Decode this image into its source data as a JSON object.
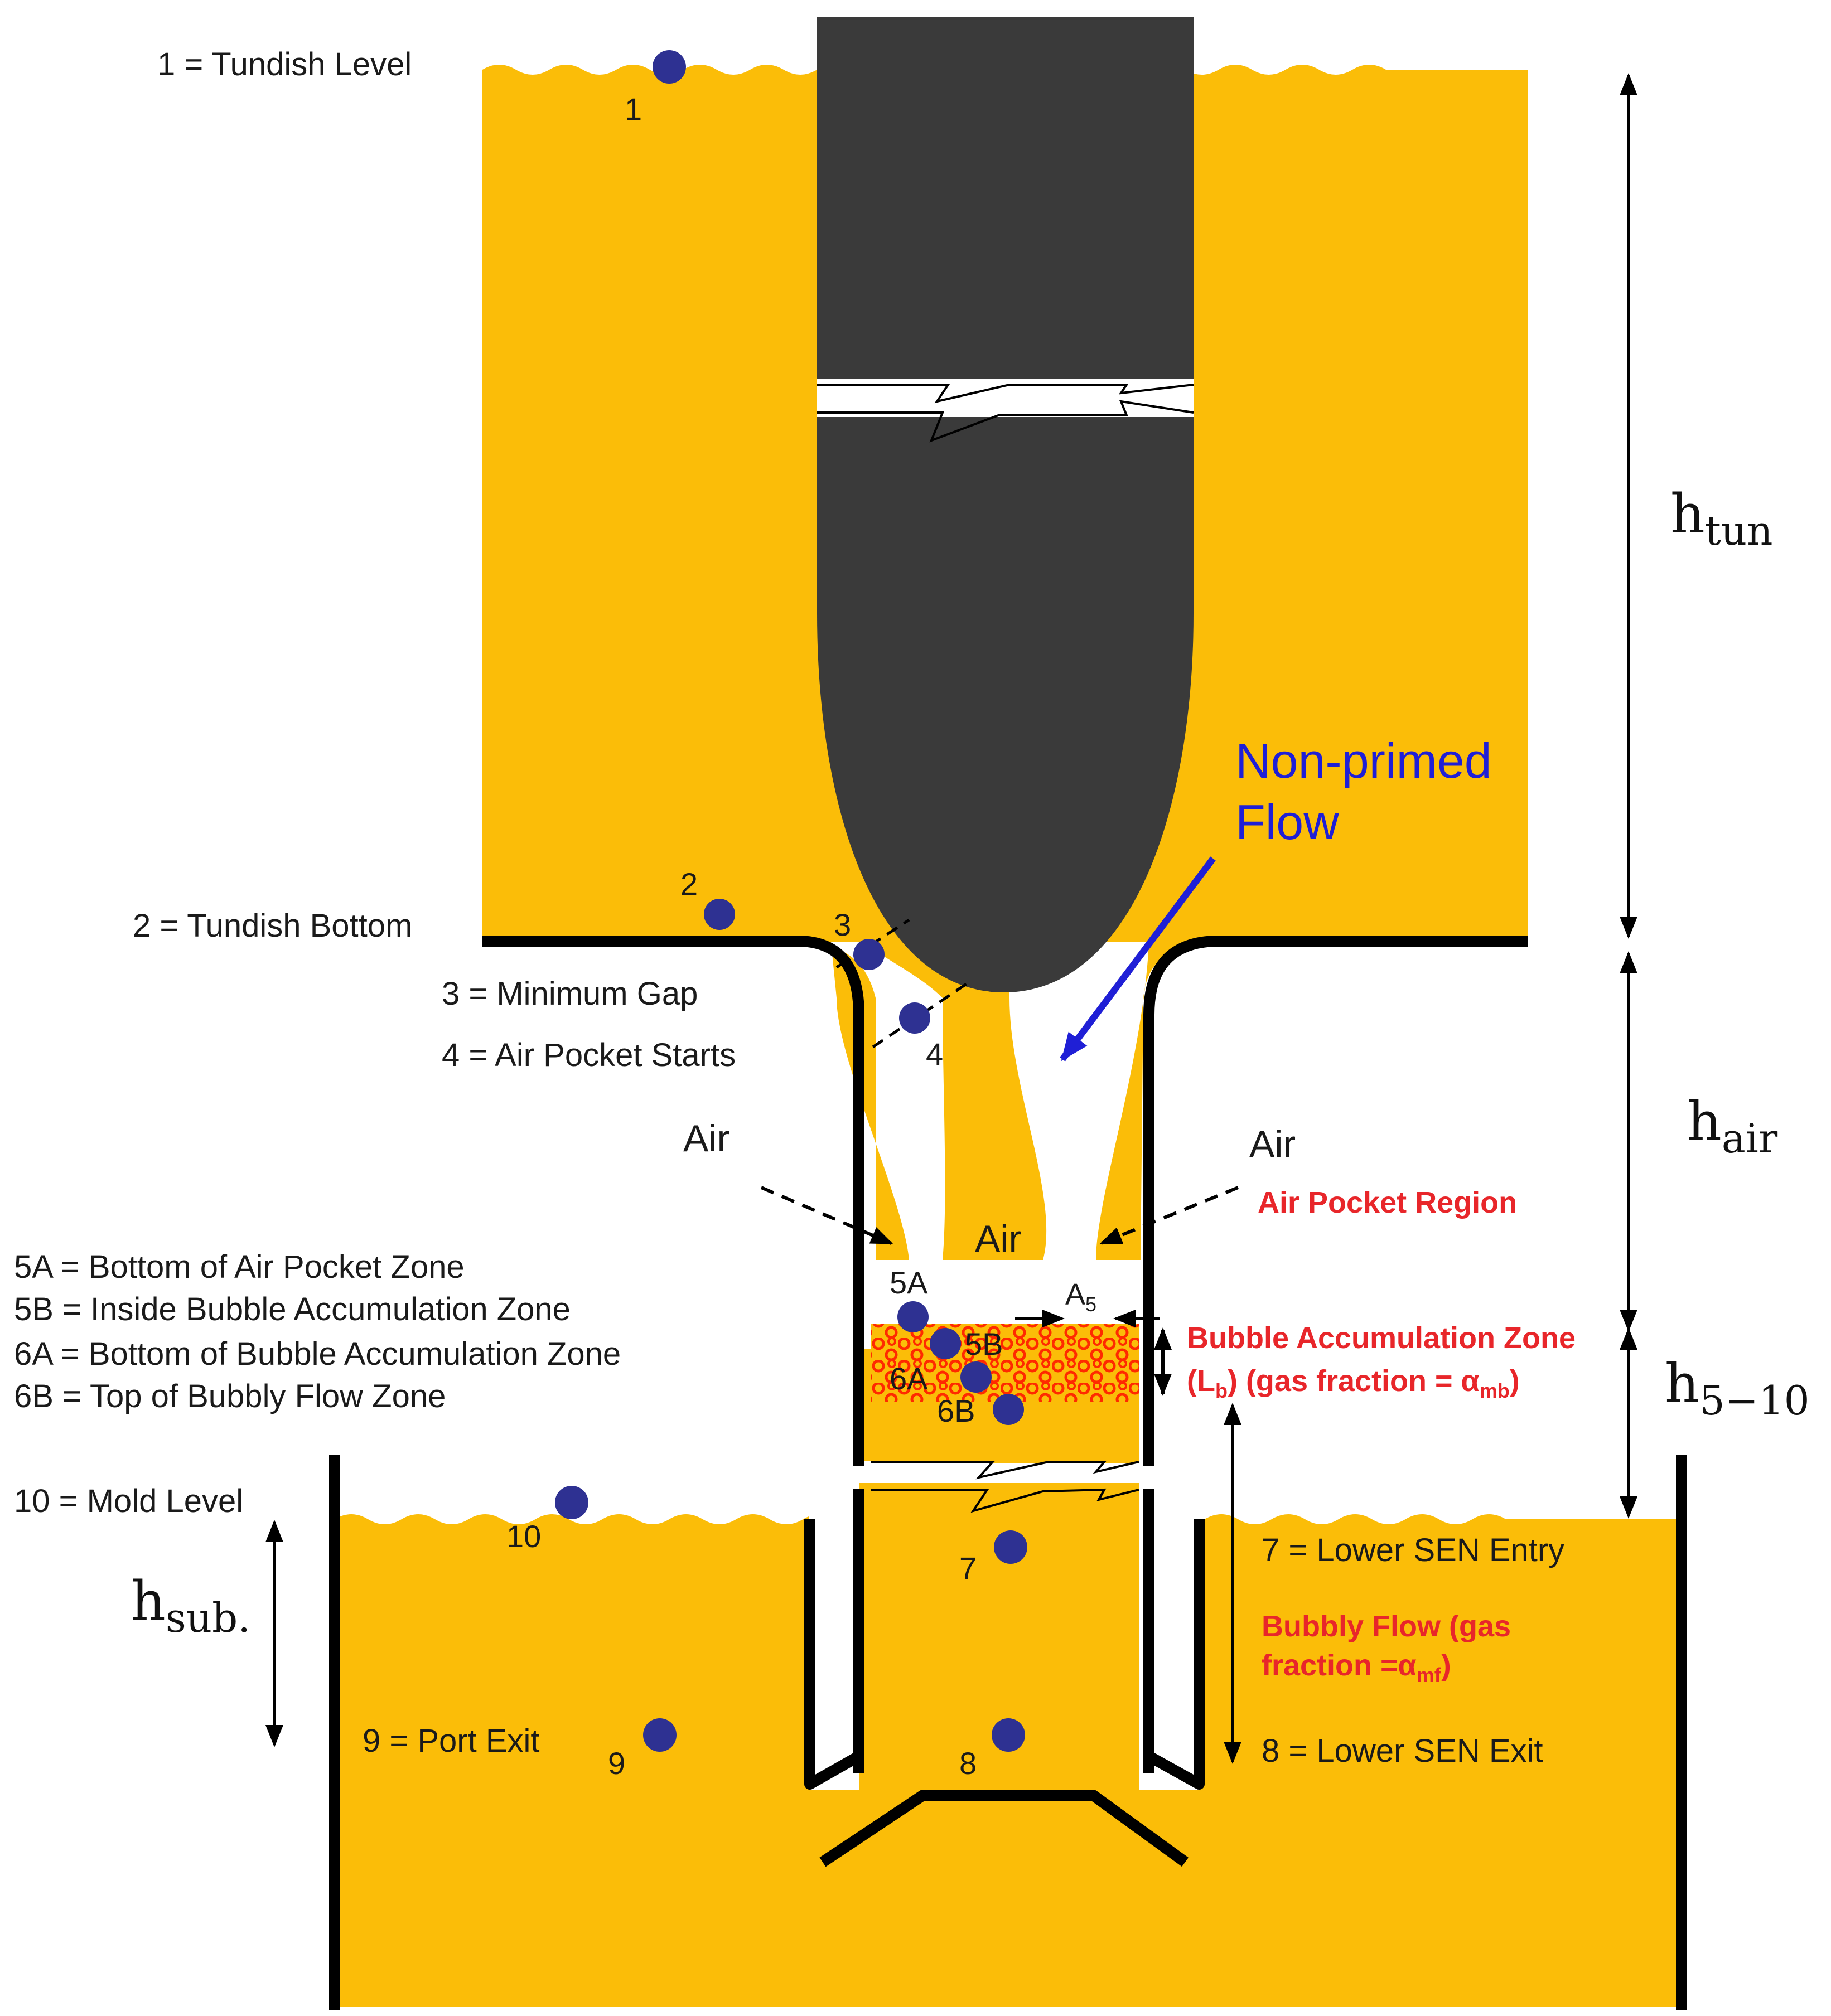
{
  "colors": {
    "steel": "#fbbd08",
    "stopper": "#3a3a3a",
    "wall": "#000000",
    "point": "#2e3192",
    "red_text": "#e8262a",
    "blue_text": "#1f1fd6",
    "bubble_edge": "#ff2a00"
  },
  "points": {
    "p1": "1",
    "p2": "2",
    "p3": "3",
    "p4": "4",
    "p5a": "5A",
    "p5b": "5B",
    "p6a": "6A",
    "p6b": "6B",
    "p7": "7",
    "p8": "8",
    "p9": "9",
    "p10": "10"
  },
  "legend": {
    "l1": "1 = Tundish Level",
    "l2": "2 = Tundish Bottom",
    "l3": "3 = Minimum Gap",
    "l4": "4 = Air Pocket Starts",
    "l5a": "5A = Bottom of Air Pocket Zone",
    "l5b": "5B = Inside Bubble Accumulation Zone",
    "l6a": "6A = Bottom of Bubble Accumulation Zone",
    "l6b": "6B = Top of Bubbly Flow Zone",
    "l10": "10 = Mold Level",
    "l9": "9 = Port Exit",
    "l7": "7 = Lower SEN Entry",
    "l8": "8 = Lower SEN Exit"
  },
  "labels": {
    "air_left": "Air",
    "air_right": "Air",
    "air_center": "Air",
    "air_pocket_region": "Air Pocket Region",
    "non_primed_line1": "Non-primed",
    "non_primed_line2": "Flow",
    "a5_main": "A",
    "a5_sub": "5",
    "bubble_zone_line1": "Bubble Accumulation Zone",
    "bubble_zone_line2_a": "(L",
    "bubble_zone_line2_b": "b",
    "bubble_zone_line2_c": ") (gas fraction = α",
    "bubble_zone_line2_d": "mb",
    "bubble_zone_line2_e": ")",
    "bubbly_flow_line1": "Bubbly Flow (gas",
    "bubbly_flow_line2_a": "fraction =α",
    "bubbly_flow_line2_b": "mf",
    "bubbly_flow_line2_c": ")"
  },
  "heights": {
    "tun_main": "h",
    "tun_sub": "tun",
    "air_main": "h",
    "air_sub": "air",
    "h510_main": "h",
    "h510_sub": "5−10",
    "sub_main": "h",
    "sub_sub": "sub."
  }
}
